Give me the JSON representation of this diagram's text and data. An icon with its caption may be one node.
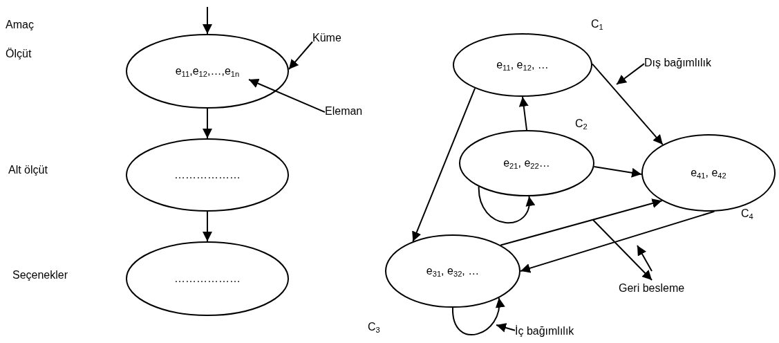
{
  "diagram": {
    "nodes": [
      {
        "text": [
          "e$_{11}$,e$_{12}$,…,e$_{1n}$"
        ]
      },
      {
        "text": [
          "………………"
        ]
      },
      {
        "text": [
          "………………"
        ]
      },
      {
        "text": [
          "Küme"
        ]
      },
      {
        "text": [
          "Eleman"
        ]
      },
      {
        "text": [
          "e$_{11}$, e$_{12}$, …"
        ],
        "beside": [
          "C$_{1}$"
        ]
      },
      {
        "text": [
          "Dış bağımlılık"
        ]
      },
      {
        "text": [
          "e$_{21}$, e$_{22}$…"
        ],
        "beside": [
          "C$_{2}$"
        ]
      },
      {
        "text": [
          "e$_{41}$, e$_{42}$"
        ],
        "beside": [
          "C$_{4}$"
        ]
      },
      {
        "text": [
          "e$_{31}$, e$_{32}$, …"
        ],
        "beside": [
          "C$_{3}$"
        ]
      },
      {
        "text": [
          "Geri besleme"
        ]
      },
      {
        "text": [
          "İç bağımlılık"
        ]
      }
    ],
    "edges": [
      {
        "from": null,
        "to": 0,
        "arrow": "to"
      },
      {
        "from": 0,
        "to": 1,
        "arrow": "to"
      },
      {
        "from": 1,
        "to": 2,
        "arrow": "to"
      },
      {
        "from": 3,
        "to": 0,
        "arrow": "to"
      },
      {
        "from": 4,
        "to": 0,
        "arrow": "to"
      },
      {
        "from": 7,
        "to": 5,
        "arrow": "to"
      },
      {
        "from": 5,
        "to": 9,
        "arrow": "to"
      },
      {
        "from": 5,
        "to": 8,
        "arrow": "to"
      },
      {
        "from": 7,
        "to": 8,
        "arrow": "to"
      },
      {
        "from": 7,
        "to": 7,
        "arrow": "to"
      },
      {
        "from": 9,
        "to": 8,
        "arrow": "to"
      },
      {
        "from": 8,
        "to": 9,
        "arrow": "to"
      },
      {
        "from": 9,
        "to": 9,
        "arrow": "to"
      },
      {
        "from": 6,
        "to": null,
        "arrow": "to"
      },
      {
        "from": null,
        "to": 10,
        "arrow": "to"
      },
      {
        "from": 11,
        "to": null,
        "arrow": "to"
      }
    ],
    "labels": [
      "Amaç",
      "Ölçüt",
      "Alt ölçüt",
      "Seçenekler"
    ]
  }
}
